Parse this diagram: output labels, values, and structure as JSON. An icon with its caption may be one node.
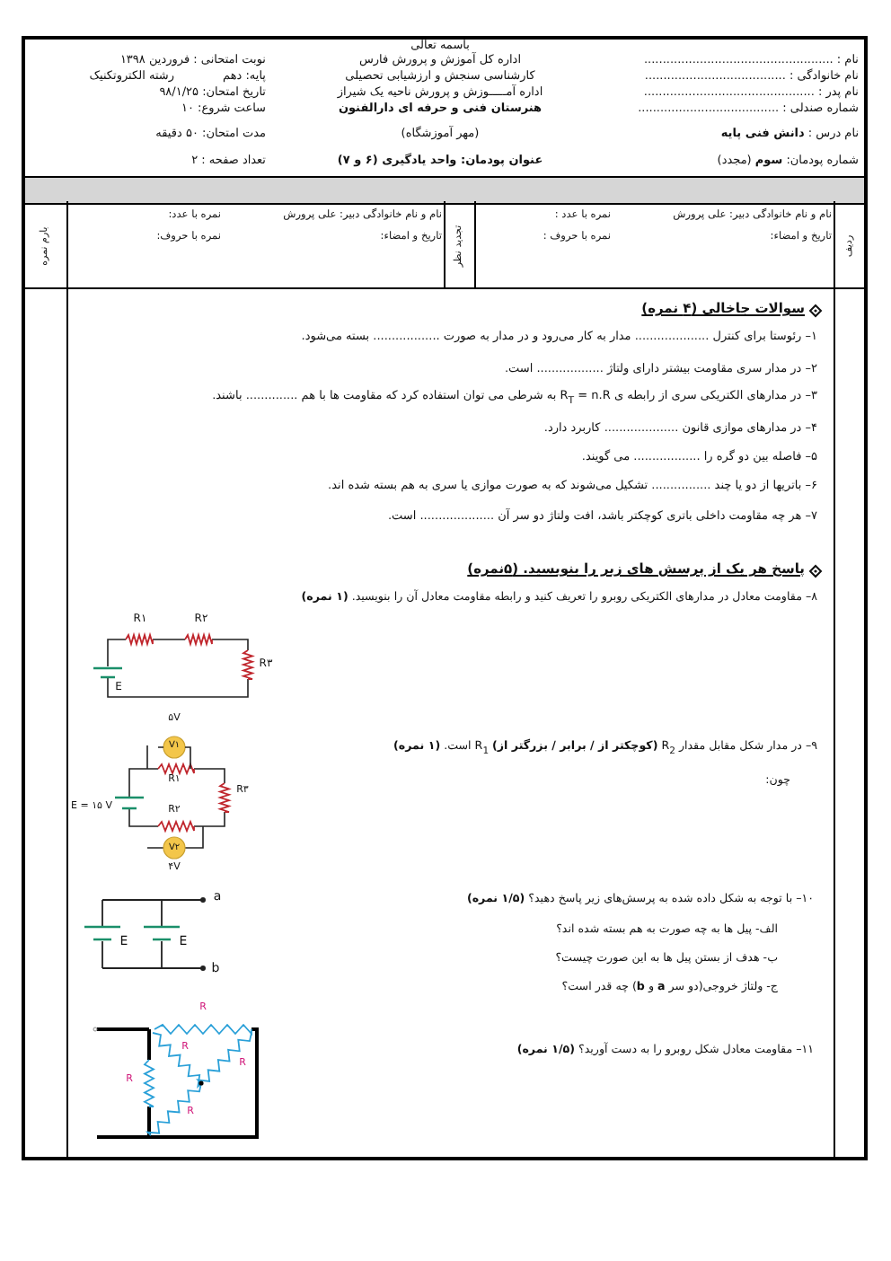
{
  "diagram": {
    "labels": [
      "باسمه تعالی",
      "نام : ...................................................",
      "اداره کل آموزش و پرورش فارس",
      "نوبت امتحانی : فروردین ۱۳۹۸",
      "نام خانوادگی : ......................................",
      "کارشناسی سنجش و ارزشیابی تحصیلی",
      "پایه: دهم",
      "رشته الکتروتکنیک",
      "نام پدر : ..............................................",
      "اداره آمـــــوزش و پرورش ناحیه یک شیراز",
      "تاریخ امتحان: ۹۸/۱/۲۵",
      "شماره صندلی : ......................................",
      "هنرستان فنی و حرفه ای دارالفنون",
      "ساعت شروع: ۱۰",
      "نام درس : **دانش فنی پایه**",
      "(مهر آموزشگاه)",
      "مدت امتحان: ۵۰ دقیقه",
      "شماره پودمان: **سوم** (مجدد)",
      "عنوان پودمان: واحد یادگیری (۶ و ۷)",
      "تعداد صفحه : ۲",
      "ردیف",
      "نام و نام خانوادگی دبیر: علی پرورش",
      "نمره با عدد :",
      "تاریخ و امضاء:",
      "نمره با حروف :",
      "تجدید نظر",
      "نام و نام خانوادگی دبیر: علی پرورش",
      "نمره با عدد:",
      "تاریخ و امضاء:",
      "نمره با حروف:",
      "بارم نمره",
      "سوالات جاخالی (۴ نمره)",
      "۱– رئوستا برای کنترل .................... مدار به کار می‌رود و در مدار به صورت .................. بسته می‌شود.",
      "۲– در مدار سری مقاومت بیشتر دارای ولتاژ .................. است.",
      "۳– در مدارهای الکتریکی سری از رابطه ی R$_{T}$ = n.R به شرطی می توان استفاده کرد که مقاومت ها با هم .............. باشند.",
      "۴– در مدارهای موازی قانون .................... کاربرد دارد.",
      "۵– فاصله بین دو گره را .................. می گویند.",
      "۶– باتریها از دو یا چند ................ تشکیل می‌شوند که به صورت موازی یا سری به هم بسته شده اند.",
      "۷– هر چه مقاومت داخلی باتری کوچکتر باشد، افت ولتاژ دو سر آن .................... است.",
      "پاسخ هر یک از پرسش های زیر را بنویسید. (۵نمره)",
      "۸– مقاومت معادل در مدارهای الکتریکی روبرو را تعریف کنید و رابطه مقاومت معادل آن را بنویسید. **(۱ نمره)**",
      "R۱",
      "R۲",
      "R۳",
      "E",
      "۹– در مدار شکل مقابل مقدار R$_{2}$ **(کوچکتر از / برابر / بزرگتر از)** R$_{1}$ است. **(۱ نمره)**",
      "چون:",
      "۵V",
      "V۱",
      "R۱",
      "R۳",
      "E = ۱۵ V",
      "R۲",
      "V۲",
      "۴V",
      "۱۰– با توجه به شکل داده شده به پرسش‌های زیر پاسخ دهید؟ **(۱/۵ نمره)**",
      "الف- پیل ها به چه صورت به هم بسته شده اند؟",
      "ب- هدف از بستن پیل ها به این صورت چیست؟",
      "ج- ولتاژ خروجی(دو سر **a** و **b**) چه قدر است؟",
      "a",
      "b",
      "E",
      "E",
      "۱۱– مقاومت معادل شکل روبرو را به دست آورید؟ **(۱/۵ نمره)**",
      "R",
      "R",
      "R",
      "R",
      "R"
    ]
  }
}
